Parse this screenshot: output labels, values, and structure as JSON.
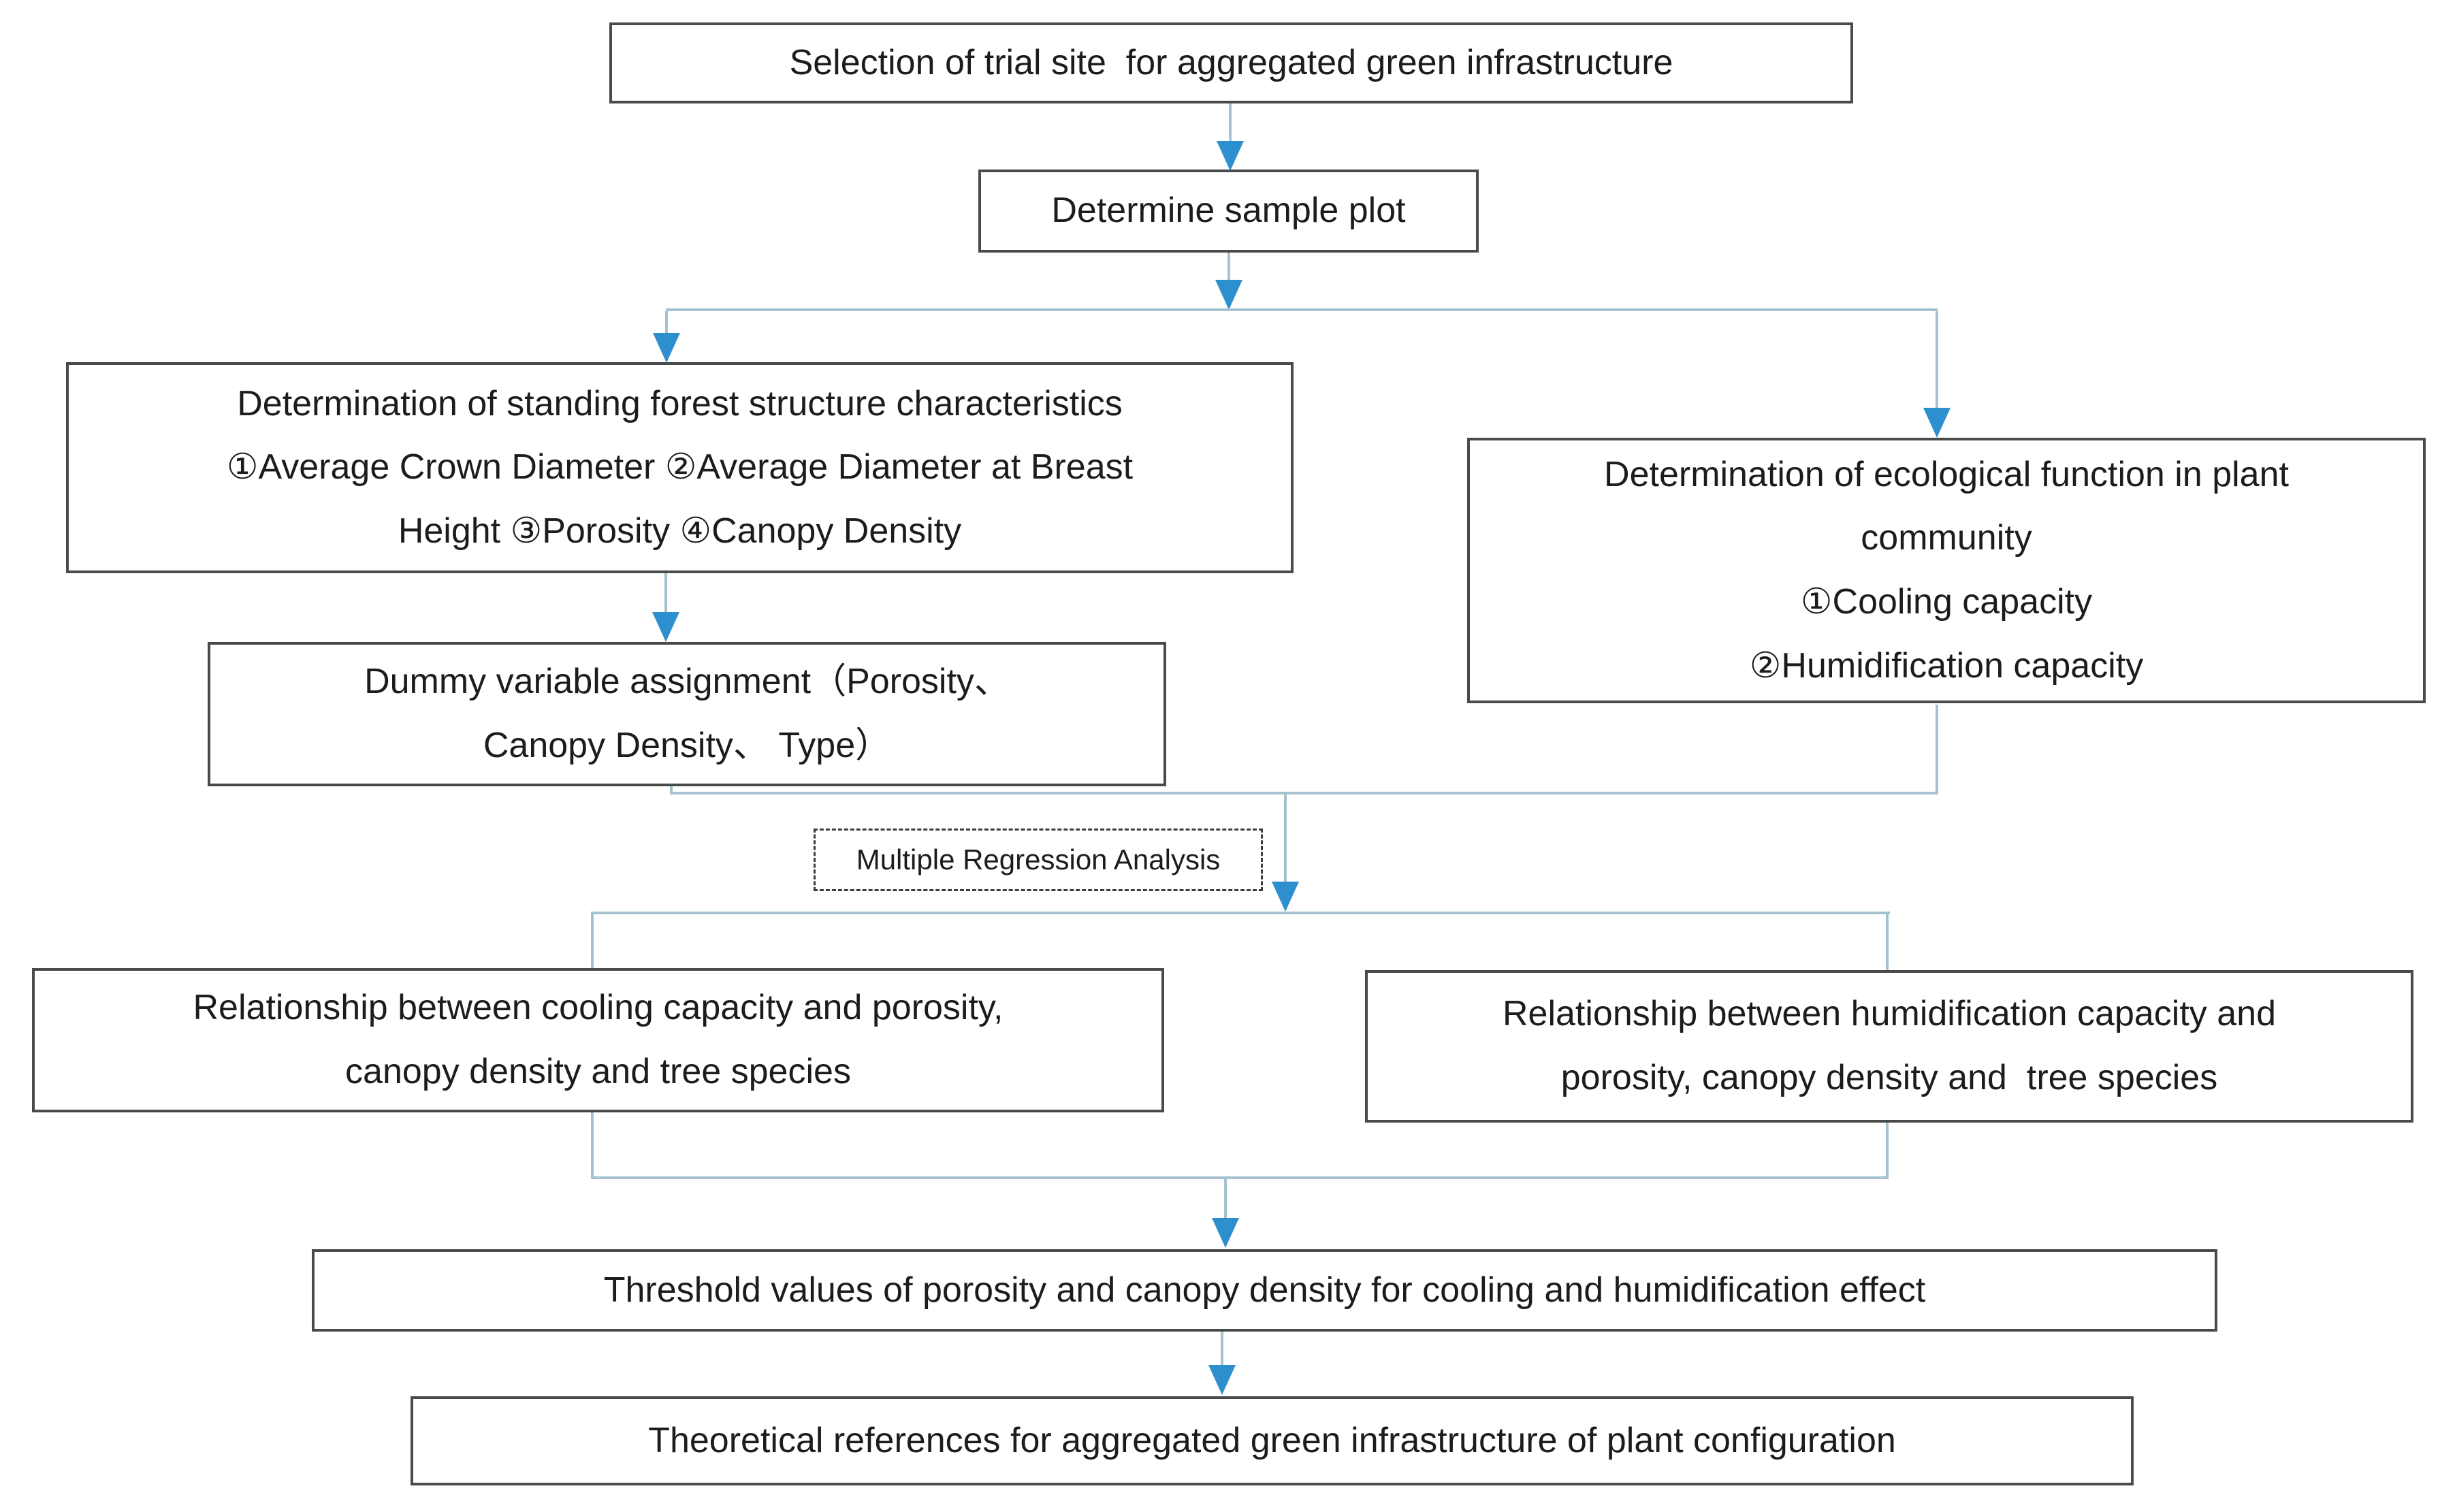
{
  "nodes": {
    "selection": {
      "text": "Selection of trial site  for aggregated green infrastructure"
    },
    "determine": {
      "text": "Determine sample plot"
    },
    "forest": {
      "lines": [
        "Determination of standing forest structure characteristics",
        "①Average Crown Diameter ②Average Diameter at Breast",
        "Height ③Porosity ④Canopy Density"
      ]
    },
    "ecological": {
      "lines": [
        "Determination of ecological function in plant",
        "community",
        "①Cooling capacity",
        "②Humidification capacity"
      ]
    },
    "dummy": {
      "lines": [
        "Dummy variable assignment（Porosity、",
        "Canopy Density、 Type）"
      ]
    },
    "regression": {
      "text": "Multiple Regression Analysis"
    },
    "cooling_rel": {
      "lines": [
        "Relationship between cooling capacity and porosity,",
        "canopy density and tree species"
      ]
    },
    "humid_rel": {
      "lines": [
        "Relationship between humidification capacity and",
        "porosity, canopy density and  tree species"
      ]
    },
    "threshold": {
      "text": "Threshold values of porosity and canopy density for cooling and humidification effect"
    },
    "theoretical": {
      "text": "Theoretical references for aggregated green infrastructure of plant configuration"
    }
  },
  "edges": [
    {
      "from": "selection",
      "to": "determine"
    },
    {
      "from": "determine",
      "to": "forest"
    },
    {
      "from": "determine",
      "to": "ecological"
    },
    {
      "from": "forest",
      "to": "dummy"
    },
    {
      "from": "dummy",
      "to": "merge-join"
    },
    {
      "from": "ecological",
      "to": "merge-join"
    },
    {
      "from": "merge-join",
      "via": "regression",
      "to": "split-to-relationships"
    },
    {
      "from": "split-to-relationships",
      "to": "cooling_rel"
    },
    {
      "from": "split-to-relationships",
      "to": "humid_rel"
    },
    {
      "from": "cooling_rel",
      "to": "threshold"
    },
    {
      "from": "humid_rel",
      "to": "threshold"
    },
    {
      "from": "threshold",
      "to": "theoretical"
    }
  ],
  "colors": {
    "connector_line": "#a4c2cf",
    "arrowhead": "#2e8fce",
    "box_border": "#4a4a4a",
    "box_background": "#ffffff",
    "text": "#1c1c1c",
    "page_background": "#ffffff"
  }
}
